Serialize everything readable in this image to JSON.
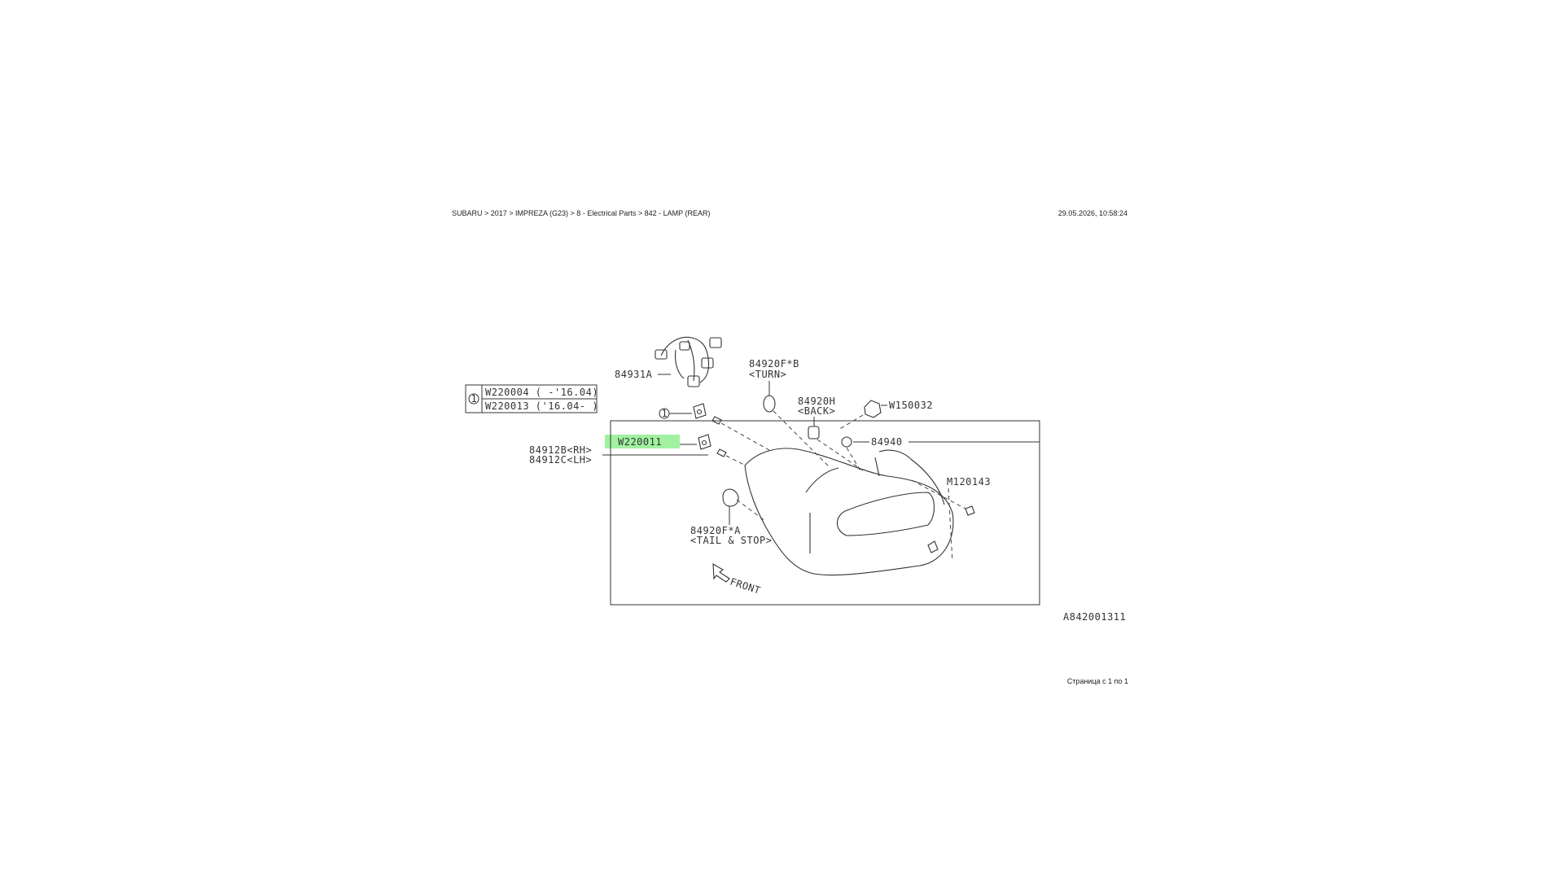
{
  "header": {
    "breadcrumb": "SUBARU > 2017 > IMPREZA (G23) > 8 - Electrical Parts > 842 - LAMP (REAR)",
    "timestamp": "29.05.2026, 10:58:24"
  },
  "footer": {
    "page_info": "Страница с 1 по 1"
  },
  "diagram": {
    "code": "A842001311",
    "callout_table": {
      "marker": "1",
      "rows": [
        "W220004 ( -'16.04)",
        "W220013 ('16.04- )"
      ]
    },
    "callout_marker": "1",
    "highlight_color": "#90ee90",
    "parts": {
      "harness": "84931A",
      "bulb_turn_code": "84920F*B",
      "bulb_turn_desc": "<TURN>",
      "bulb_back_code": "84920H",
      "bulb_back_desc": "<BACK>",
      "grommet": "W150032",
      "socket": "84940",
      "highlighted": "W220011",
      "lamp_rh": "84912B<RH>",
      "lamp_lh": "84912C<LH>",
      "screw": "M120143",
      "bulb_tail_code": "84920F*A",
      "bulb_tail_desc": "<TAIL & STOP>",
      "front": "FRONT"
    }
  }
}
